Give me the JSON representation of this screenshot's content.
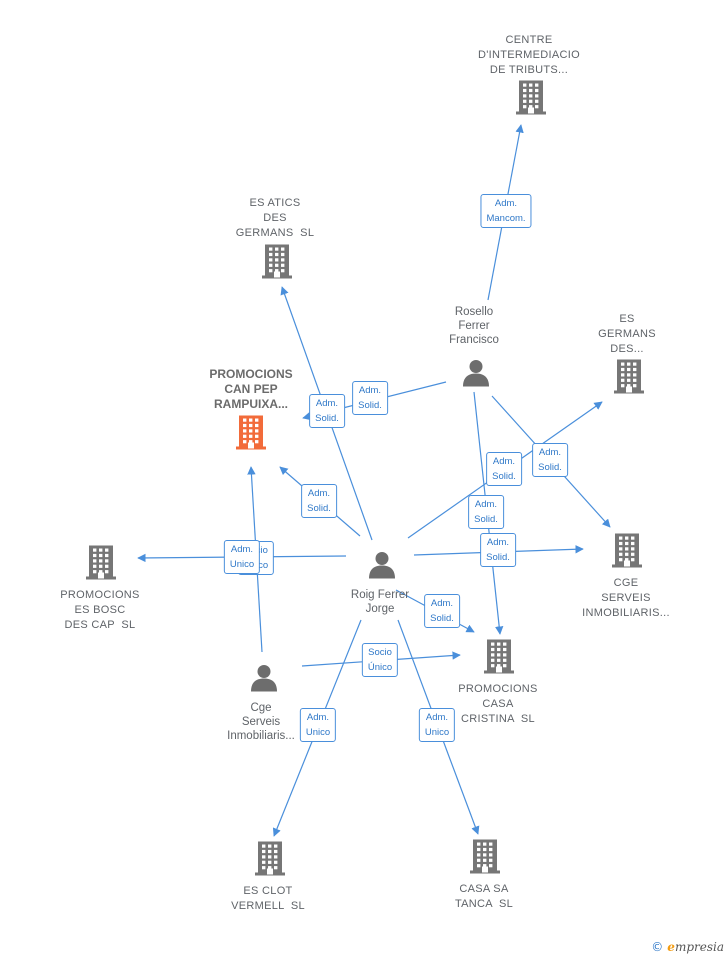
{
  "companies": [
    {
      "id": "centre",
      "label": "CENTRE\nD'INTERMEDIACIO\nDE TRIBUTS...",
      "focus": false
    },
    {
      "id": "atics",
      "label": "ES ATICS\nDES\nGERMANS  SL",
      "focus": false
    },
    {
      "id": "germans",
      "label": "ES\nGERMANS\nDES...",
      "focus": false
    },
    {
      "id": "canpep",
      "label": "PROMOCIONS\nCAN PEP\nRAMPUIXA...",
      "focus": true
    },
    {
      "id": "bosc",
      "label": "PROMOCIONS\nES BOSC\nDES CAP  SL",
      "focus": false
    },
    {
      "id": "cge_co",
      "label": "CGE\nSERVEIS\nINMOBILIARIS...",
      "focus": false
    },
    {
      "id": "cristina",
      "label": "PROMOCIONS\nCASA\nCRISTINA  SL",
      "focus": false
    },
    {
      "id": "clot",
      "label": "ES CLOT\nVERMELL  SL",
      "focus": false
    },
    {
      "id": "tanca",
      "label": "CASA SA\nTANCA  SL",
      "focus": false
    }
  ],
  "people": [
    {
      "id": "rosello",
      "label": "Rosello\nFerrer\nFrancisco"
    },
    {
      "id": "roig",
      "label": "Roig Ferrer\nJorge"
    },
    {
      "id": "cge_p",
      "label": "Cge\nServeis\nInmobiliaris..."
    }
  ],
  "relations": [
    {
      "label": "Adm.\nMancom."
    },
    {
      "label": "Adm.\nSolid."
    },
    {
      "label": "Adm.\nSolid."
    },
    {
      "label": "Adm.\nSolid."
    },
    {
      "label": "Adm.\nSolid."
    },
    {
      "label": "Adm.\nSolid."
    },
    {
      "label": "Adm.\nSolid."
    },
    {
      "label": "Adm.\nSolid."
    },
    {
      "label": "Adm.\nSolid."
    },
    {
      "label": "Adm.\nUnico"
    },
    {
      "label": "Socio\nÚnico"
    },
    {
      "label": "Socio\nÚnico"
    },
    {
      "label": "Adm.\nUnico"
    },
    {
      "label": "Adm.\nUnico"
    }
  ],
  "brand": {
    "copyright": "©",
    "name": "mpresia",
    "initial": "e"
  },
  "colors": {
    "edge": "#4a8fdb",
    "company_icon": "#767676",
    "focus_icon": "#f26b3a",
    "person_icon": "#6d6d6d"
  }
}
